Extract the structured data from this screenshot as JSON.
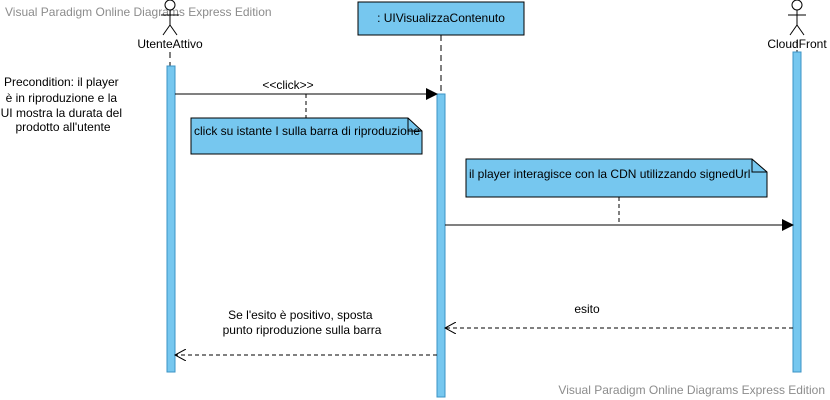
{
  "watermark": {
    "top": "Visual Paradigm Online Diagrams Express Edition",
    "bottom": "Visual Paradigm Online Diagrams Express Edition"
  },
  "colors": {
    "activation": "#76c7ef",
    "activation_stroke": "#3b93c4",
    "note": "#76c7ef",
    "line": "#000000",
    "watermark": "#8c8c8c"
  },
  "participants": {
    "user": {
      "label": "UtenteAttivo",
      "kind": "actor"
    },
    "ui": {
      "label": ": UIVisualizzaContenuto",
      "kind": "object"
    },
    "cdn": {
      "label": "CloudFront",
      "kind": "actor"
    }
  },
  "precondition": {
    "lines": [
      "Precondition: il player",
      "è in riproduzione e la",
      "UI mostra la durata del",
      "prodotto all'utente"
    ]
  },
  "messages": {
    "click": {
      "label": "<<click>>",
      "kind": "sync"
    },
    "to_cdn": {
      "label": "",
      "kind": "sync"
    },
    "esito": {
      "label": "esito",
      "kind": "return"
    },
    "result": {
      "lines": [
        "Se l'esito è positivo, sposta",
        "punto riproduzione sulla barra"
      ],
      "kind": "return"
    }
  },
  "notes": {
    "click_note": {
      "text": "click su istante I sulla barra di riproduzione"
    },
    "cdn_note": {
      "text": "il player interagisce con la CDN utilizzando signedUrl"
    }
  }
}
